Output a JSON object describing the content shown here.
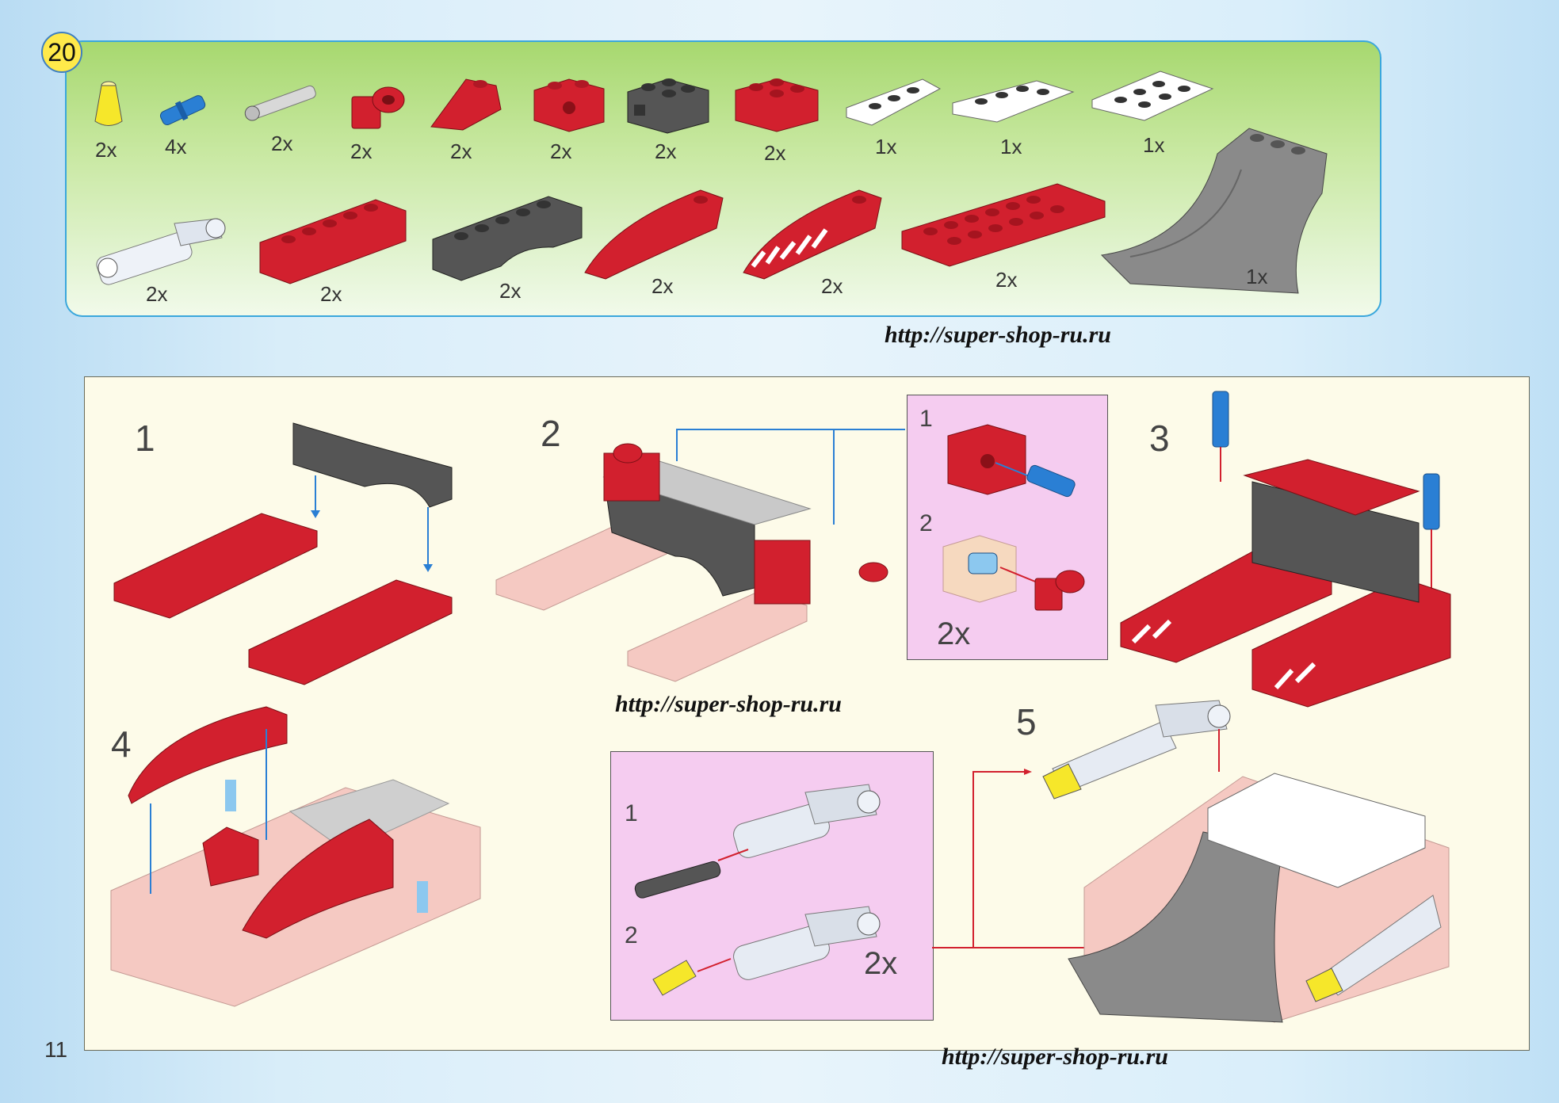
{
  "page": {
    "number": "11",
    "url": "http://super-shop-ru.ru"
  },
  "parts_list": {
    "step_badge": "20",
    "row1": [
      {
        "name": "yellow-cone",
        "qty": "2x"
      },
      {
        "name": "blue-pin",
        "qty": "4x"
      },
      {
        "name": "grey-axle",
        "qty": "2x"
      },
      {
        "name": "red-pin-connector",
        "qty": "2x"
      },
      {
        "name": "red-slope",
        "qty": "2x"
      },
      {
        "name": "red-technic-brick",
        "qty": "2x"
      },
      {
        "name": "dark-grey-technic-brick",
        "qty": "2x"
      },
      {
        "name": "red-brick-2x2",
        "qty": "2x"
      },
      {
        "name": "white-wedge-plate-left",
        "qty": "1x"
      },
      {
        "name": "white-wedge-plate-notched",
        "qty": "1x"
      },
      {
        "name": "white-plate",
        "qty": "1x"
      }
    ],
    "row2": [
      {
        "name": "white-axle-arm",
        "qty": "2x"
      },
      {
        "name": "red-brick-1x6",
        "qty": "2x"
      },
      {
        "name": "dark-grey-arch",
        "qty": "2x"
      },
      {
        "name": "red-curved-slope",
        "qty": "2x"
      },
      {
        "name": "red-striped-curved-slope",
        "qty": "2x"
      },
      {
        "name": "red-plate-2x8",
        "qty": "2x"
      },
      {
        "name": "grey-curved-panel",
        "qty": "1x"
      }
    ]
  },
  "steps": {
    "labels": [
      "1",
      "2",
      "3",
      "4",
      "5"
    ],
    "inset_a": {
      "sub1": "1",
      "sub2": "2",
      "qty": "2x"
    },
    "inset_b": {
      "sub1": "1",
      "sub2": "2",
      "qty": "2x"
    }
  },
  "colors": {
    "red": "#d2202e",
    "dark_grey": "#555555",
    "light_grey": "#cfcfcf",
    "white": "#ffffff",
    "blue": "#2a7fd4",
    "yellow": "#f6e72a",
    "pink": "#f5c9c2"
  }
}
